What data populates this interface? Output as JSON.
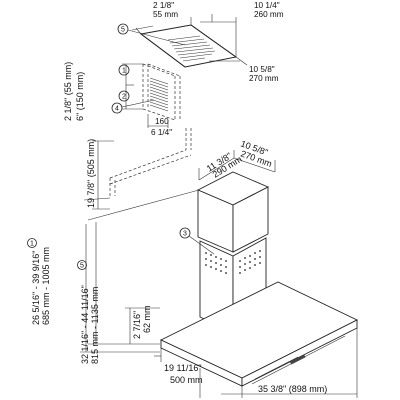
{
  "callouts": {
    "c1": "1",
    "c2": "2",
    "c3": "3",
    "c4": "4",
    "c5": "5"
  },
  "labels": {
    "top_depth_in": "2 1/8\"",
    "top_depth_mm": "55 mm",
    "top_width_in": "10 1/4\"",
    "top_width_mm": "260 mm",
    "top_side_in": "10 5/8\"",
    "top_side_mm": "270 mm",
    "bracket_gap": "2 1/8\" (55 mm)",
    "bracket_height": "6\" (150 mm)",
    "bracket_width_mm": "160",
    "bracket_width_in": "6 1/4\"",
    "mount_height": "19 7/8\" (505 mm)",
    "duct_width_in": "11 3/8\"",
    "duct_width_mm": "290 mm",
    "duct_depth_in": "10 5/8\"",
    "duct_depth_mm": "270 mm",
    "range1_in": "26 5/16\" - 39 9/16\"",
    "range1_mm": "685 mm - 1005 mm",
    "range2_in": "32 1/16\" - 44 11/16\"",
    "range2_mm": "815 mm - 1135 mm",
    "canopy_h_in": "2 7/16\"",
    "canopy_h_mm": "62 mm",
    "canopy_depth_in": "19 11/16\"",
    "canopy_depth_mm": "500 mm",
    "canopy_width": "35 3/8\" (898 mm)"
  }
}
